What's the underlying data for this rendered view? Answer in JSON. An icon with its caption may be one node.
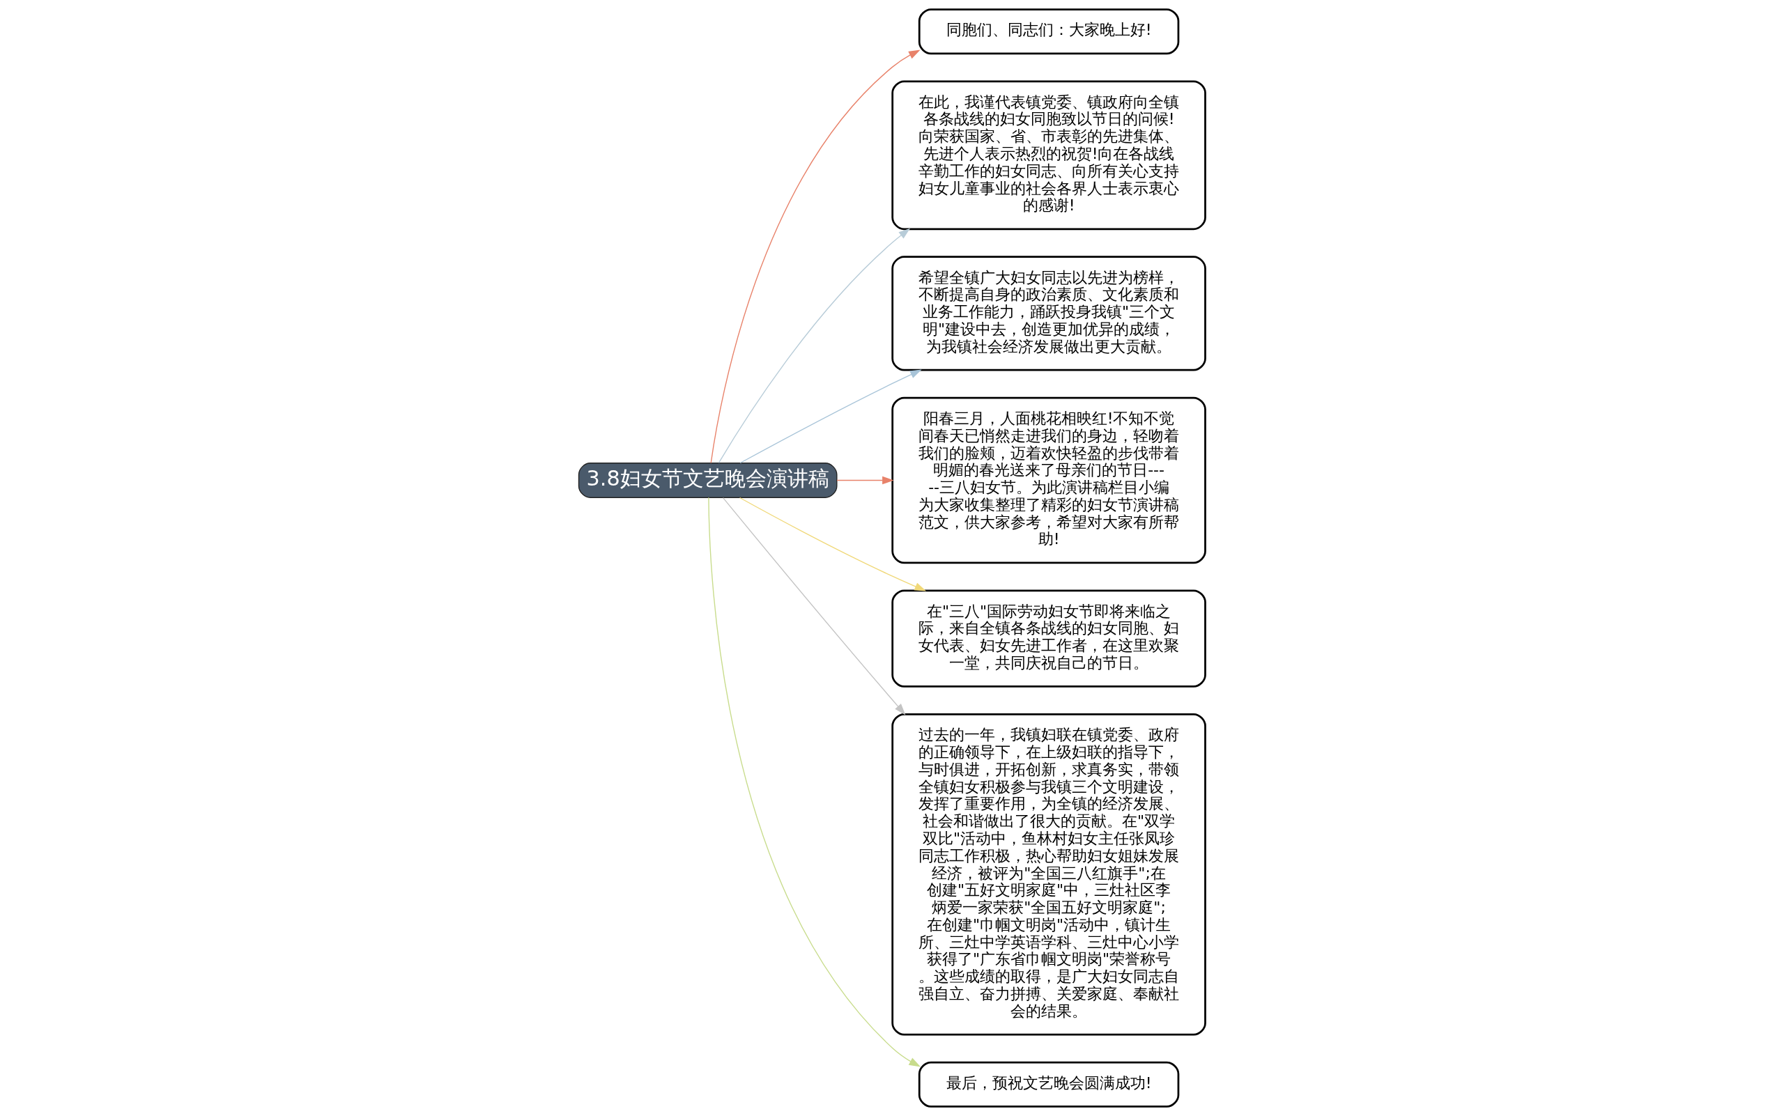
{
  "diagram": {
    "nodes": [
      {
        "text": [
          "3.8妇女节文艺晚会演讲稿"
        ]
      },
      {
        "text": [
          "同胞们、同志们：大家晚上好!"
        ]
      },
      {
        "text": [
          "在此，我谨代表镇党委、镇政府向全镇各条战线的妇女同胞致以节日的问候!向荣获国家、省、市表彰的先进集体、先进个人表示热烈的祝贺!向在各战线辛勤工作的妇女同志、向所有关心支持妇女儿童事业的社会各界人士表示衷心的感谢!"
        ]
      },
      {
        "text": [
          "希望全镇广大妇女同志以先进为榜样，不断提高自身的政治素质、文化素质和业务工作能力，踊跃投身我镇\"三个文明\"建设中去，创造更加优异的成绩，为我镇社会经济发展做出更大贡献。"
        ]
      },
      {
        "text": [
          "阳春三月，人面桃花相映红!不知不觉间春天已悄然走进我们的身边，轻吻着我们的脸颊，迈着欢快轻盈的步伐带着明媚的春光送来了母亲们的节日-----三八妇女节。为此演讲稿栏目小编为大家收集整理了精彩的妇女节演讲稿范文，供大家参考，希望对大家有所帮助!"
        ]
      },
      {
        "text": [
          "在\"三八\"国际劳动妇女节即将来临之际，来自全镇各条战线的妇女同胞、妇女代表、妇女先进工作者，在这里欢聚一堂，共同庆祝自己的节日。"
        ]
      },
      {
        "text": [
          "过去的一年，我镇妇联在镇党委、政府的正确领导下，在上级妇联的指导下，与时俱进，开拓创新，求真务实，带领全镇妇女积极参与我镇三个文明建设，发挥了重要作用，为全镇的经济发展、社会和谐做出了很大的贡献。在\"双学双比\"活动中，鱼林村妇女主任张凤珍同志工作积极，热心帮助妇女姐妹发展经济，被评为\"全国三八红旗手\";在创建\"五好文明家庭\"中，三灶社区李炳爱一家荣获\"全国五好文明家庭\";在创建\"巾帼文明岗\"活动中，镇计生所、三灶中学英语学科、三灶中心小学获得了\"广东省巾帼文明岗\"荣誉称号。这些成绩的取得，是广大妇女同志自强自立、奋力拼搏、关爱家庭、奉献社会的结果。"
        ]
      },
      {
        "text": [
          "最后，预祝文艺晚会圆满成功!"
        ]
      }
    ],
    "edges": [
      {
        "from": 0,
        "to": 1,
        "arrow": "to",
        "color": "#e8826a"
      },
      {
        "from": 0,
        "to": 2,
        "arrow": "to",
        "color": "#b8ccd8"
      },
      {
        "from": 0,
        "to": 3,
        "arrow": "to",
        "color": "#a8c4d8"
      },
      {
        "from": 0,
        "to": 4,
        "arrow": "to",
        "color": "#e8826a"
      },
      {
        "from": 0,
        "to": 5,
        "arrow": "to",
        "color": "#f0d878"
      },
      {
        "from": 0,
        "to": 6,
        "arrow": "to",
        "color": "#c4c4c4"
      },
      {
        "from": 0,
        "to": 7,
        "arrow": "to",
        "color": "#c8dc8c"
      }
    ]
  }
}
